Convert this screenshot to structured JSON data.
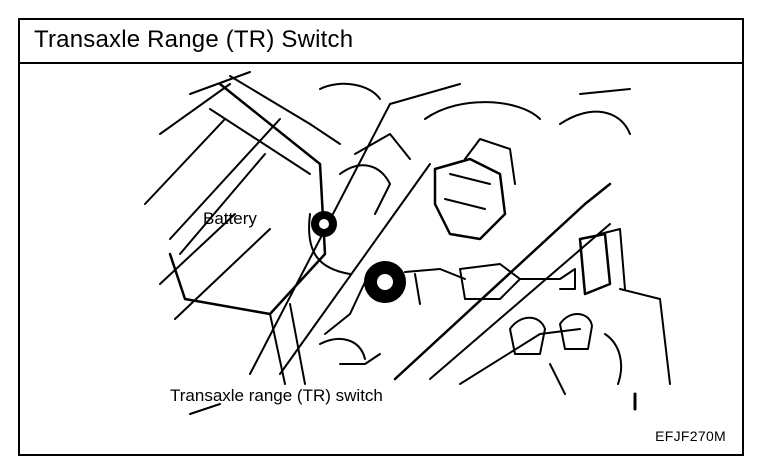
{
  "figure": {
    "title": "Transaxle Range (TR) Switch",
    "labels": {
      "battery": "Battery",
      "switch": "Transaxle range (TR) switch"
    },
    "code": "EFJF270M"
  }
}
